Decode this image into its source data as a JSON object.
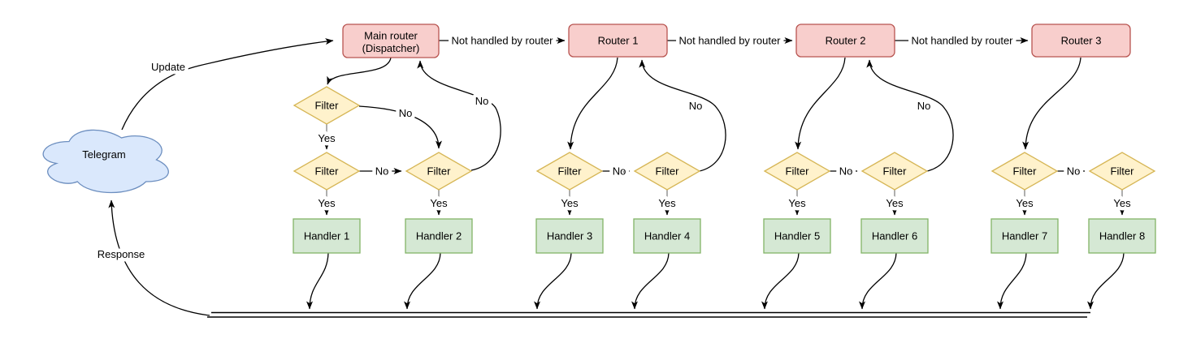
{
  "labels": {
    "cloud": "Telegram",
    "update": "Update",
    "response": "Response",
    "not_handled": "Not handled by router",
    "yes": "Yes",
    "no": "No",
    "filter": "Filter"
  },
  "nodes": {
    "dispatcher": {
      "line1": "Main router",
      "line2": "(Dispatcher)"
    },
    "routers": [
      "Router 1",
      "Router 2",
      "Router 3"
    ],
    "handlers": [
      "Handler 1",
      "Handler 2",
      "Handler 3",
      "Handler 4",
      "Handler 5",
      "Handler 6",
      "Handler 7",
      "Handler 8"
    ]
  },
  "colors": {
    "cloud_fill": "#dae8fc",
    "cloud_stroke": "#6c8ebf",
    "router_fill": "#f8cecc",
    "router_stroke": "#b85450",
    "filter_fill": "#fff2cc",
    "filter_stroke": "#d6b656",
    "handler_fill": "#d5e8d4",
    "handler_stroke": "#82b366",
    "edge": "#000000",
    "stub": "#999999",
    "background": "#ffffff"
  }
}
